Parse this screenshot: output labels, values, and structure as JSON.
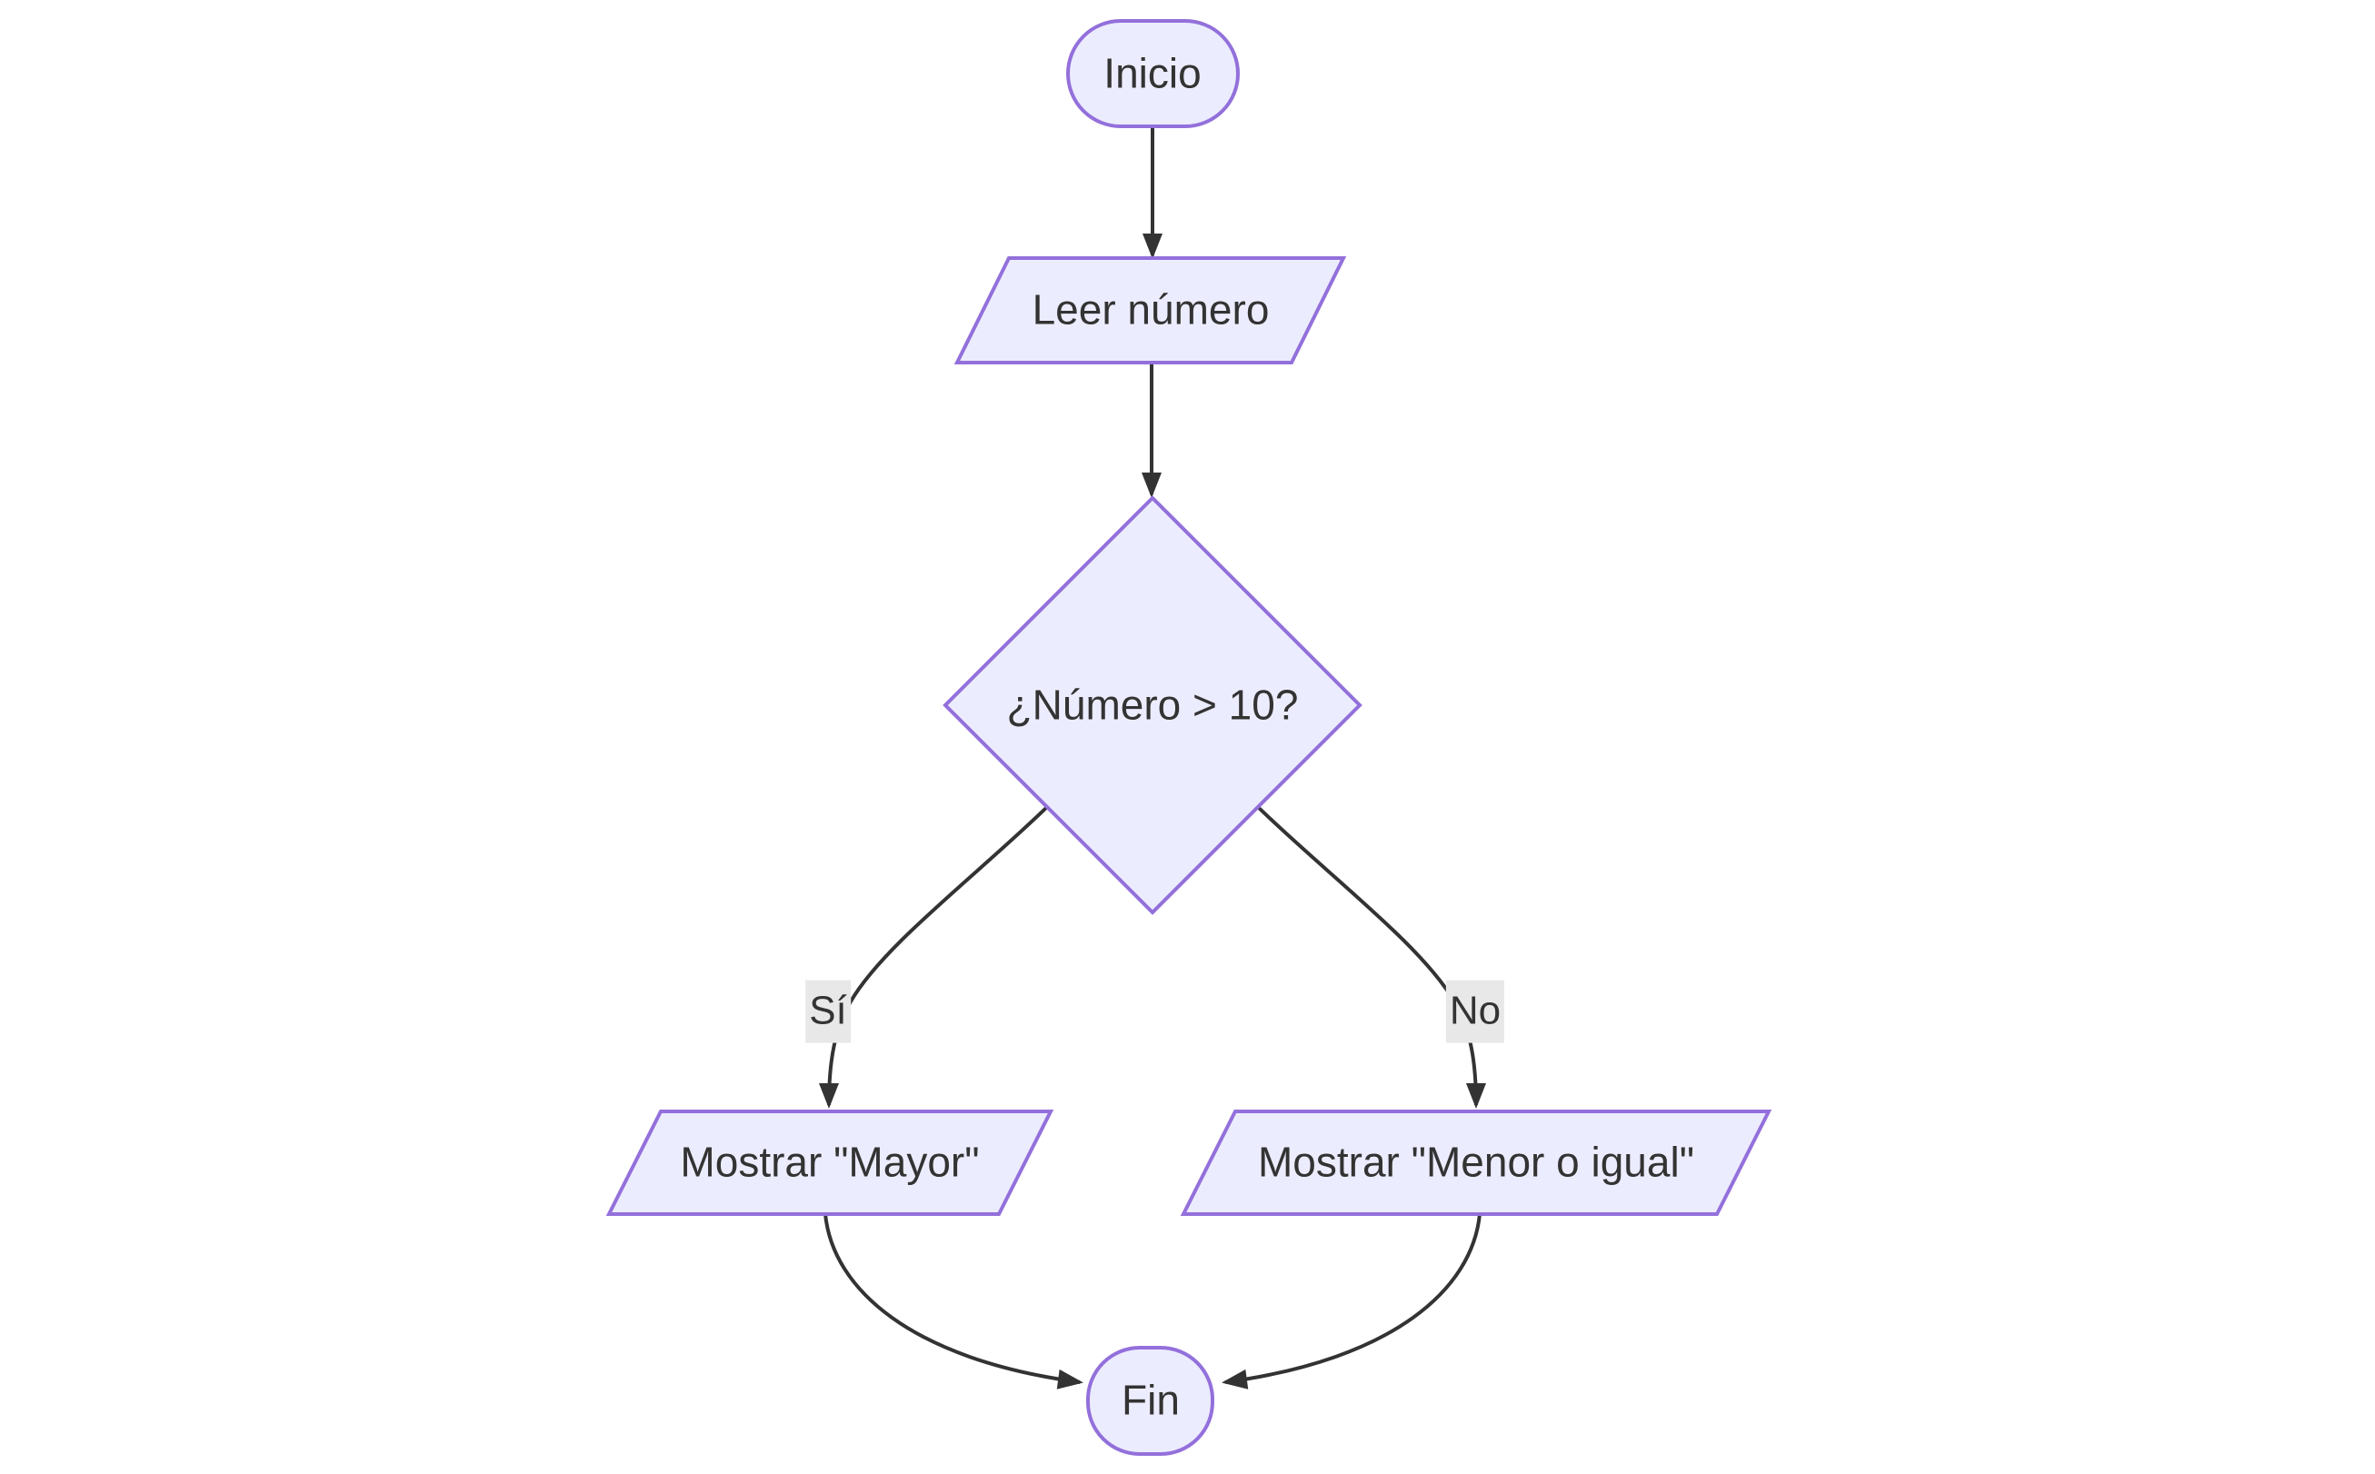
{
  "diagram": {
    "type": "flowchart",
    "direction": "top-down",
    "nodes": [
      {
        "id": "inicio",
        "shape": "stadium",
        "label": "Inicio"
      },
      {
        "id": "leer",
        "shape": "parallelogram",
        "label": "Leer número"
      },
      {
        "id": "decision",
        "shape": "diamond",
        "label": "¿Número > 10?"
      },
      {
        "id": "mayor",
        "shape": "parallelogram",
        "label": "Mostrar \"Mayor\""
      },
      {
        "id": "menor",
        "shape": "parallelogram",
        "label": "Mostrar \"Menor o igual\""
      },
      {
        "id": "fin",
        "shape": "stadium",
        "label": "Fin"
      }
    ],
    "edges": [
      {
        "from": "inicio",
        "to": "leer"
      },
      {
        "from": "leer",
        "to": "decision"
      },
      {
        "from": "decision",
        "to": "mayor",
        "label": "Sí"
      },
      {
        "from": "decision",
        "to": "menor",
        "label": "No"
      },
      {
        "from": "mayor",
        "to": "fin"
      },
      {
        "from": "menor",
        "to": "fin"
      }
    ]
  },
  "colors": {
    "node_fill": "#ECECFF",
    "node_border": "#9370DB",
    "edge_color": "#333333",
    "text_color": "#333333",
    "label_bg": "#e8e8e8",
    "canvas_bg": "#ffffff"
  }
}
